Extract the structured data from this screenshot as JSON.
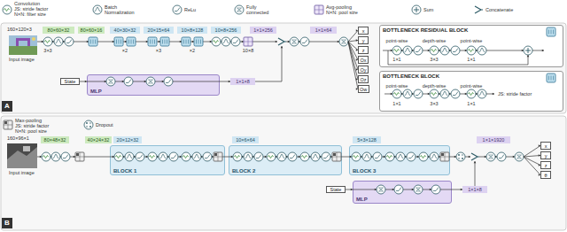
{
  "diagram": {
    "nodes": [
      {
        "text": [
          "80×60×32"
        ]
      },
      {
        "text": [
          "80×60×16"
        ]
      },
      {
        "text": [
          "40×30×32"
        ]
      },
      {
        "text": [
          "20×15×64"
        ]
      },
      {
        "text": [
          "10×8×128"
        ]
      },
      {
        "text": [
          "10×8×256"
        ]
      },
      {
        "text": [
          "1×1×256"
        ]
      },
      {
        "text": [
          "1×1×64"
        ]
      },
      {
        "text": [
          "x"
        ]
      },
      {
        "text": [
          "y"
        ]
      },
      {
        "text": [
          "z"
        ]
      },
      {
        "text": [
          "Ox"
        ]
      },
      {
        "text": [
          "Oy"
        ]
      },
      {
        "text": [
          "Oz"
        ]
      },
      {
        "text": [
          "Ow"
        ]
      },
      {
        "text": [
          "State"
        ]
      },
      {
        "text": [
          "MLP"
        ]
      },
      {
        "text": [
          "1×1×8"
        ]
      },
      {
        "text": [
          "BOTTLENECK RESIDUAL BLOCK"
        ]
      },
      {
        "text": [
          "BOTTLENECK BLOCK"
        ]
      },
      {
        "text": [
          "80×48×32"
        ]
      },
      {
        "text": [
          "40×24×32"
        ]
      },
      {
        "text": [
          "20×12×32"
        ]
      },
      {
        "text": [
          "BLOCK 1"
        ]
      },
      {
        "text": [
          "10×6×64"
        ]
      },
      {
        "text": [
          "BLOCK 2"
        ]
      },
      {
        "text": [
          "5×3×128"
        ]
      },
      {
        "text": [
          "BLOCK 3"
        ]
      },
      {
        "text": [
          "1×1×1920"
        ]
      },
      {
        "text": [
          "x"
        ]
      },
      {
        "text": [
          "y"
        ]
      },
      {
        "text": [
          "z"
        ]
      },
      {
        "text": [
          "θ"
        ]
      },
      {
        "text": [
          "State"
        ]
      },
      {
        "text": [
          "MLP"
        ]
      },
      {
        "text": [
          "1×1×8"
        ]
      }
    ],
    "edges": [
      {
        "from": 15,
        "to": 16,
        "arrow": "to"
      },
      {
        "from": 16,
        "to": 17,
        "arrow": "to"
      },
      {
        "from": 33,
        "to": 34,
        "arrow": "to"
      },
      {
        "from": 34,
        "to": 35,
        "arrow": "to"
      }
    ],
    "labels": [
      "160×120×3",
      "Input image",
      "3×3",
      "×2",
      "×3",
      "×2",
      "10×8",
      "point-wise",
      "depth-wise",
      "point-wise",
      "1×1",
      "3×3",
      "1×1",
      "point-wise",
      "depth-wise",
      "point-wise",
      "1×1",
      "3×3",
      "1×1",
      "JS: stride factor",
      "A",
      "160×96×1",
      "Input image",
      "B"
    ],
    "legend": [
      {
        "text": "Convolution"
      },
      {
        "text": "JS: stride factor"
      },
      {
        "text": "N×N: filter size"
      },
      {
        "text": "Batch Normalization"
      },
      {
        "text": "ReLu"
      },
      {
        "text": "Fully connected"
      },
      {
        "text": "Avg-pooling"
      },
      {
        "text": "N×N: pool size"
      },
      {
        "text": "Sum"
      },
      {
        "text": "Concatenate"
      },
      {
        "text": "Max-pooling"
      },
      {
        "text": "JS: stride factor"
      },
      {
        "text": "N×N: pool size"
      },
      {
        "text": "Dropout"
      }
    ]
  }
}
